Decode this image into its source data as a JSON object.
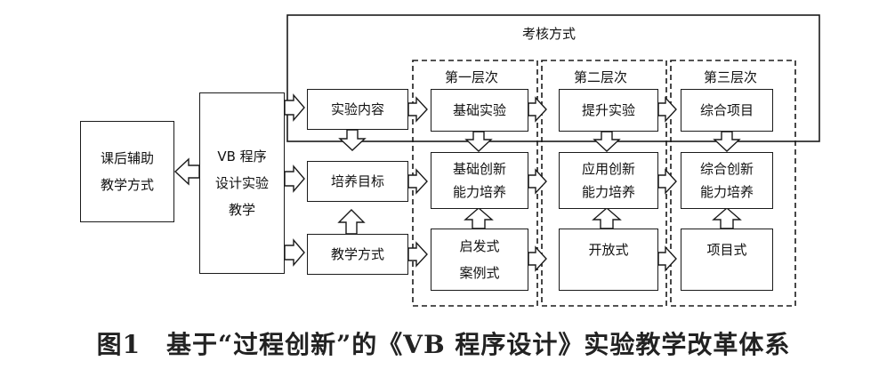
{
  "assessment_label": "考核方式",
  "levels": [
    "第一层次",
    "第二层次",
    "第三层次"
  ],
  "boxes": {
    "after_class": "课后辅助\n教学方式",
    "vb": "VB 程序\n设计实验\n教学",
    "content": "实验内容",
    "goal": "培养目标",
    "method": "教学方式",
    "l1_exp": "基础实验",
    "l1_ability": "基础创新\n能力培养",
    "l1_method": "启发式\n案例式",
    "l2_exp": "提升实验",
    "l2_ability": "应用创新\n能力培养",
    "l2_method": "开放式",
    "l3_exp": "综合项目",
    "l3_ability": "综合创新\n能力培养",
    "l3_method": "项目式"
  },
  "caption": "图1　基于“过程创新”的《VB 程序设计》实验教学改革体系"
}
